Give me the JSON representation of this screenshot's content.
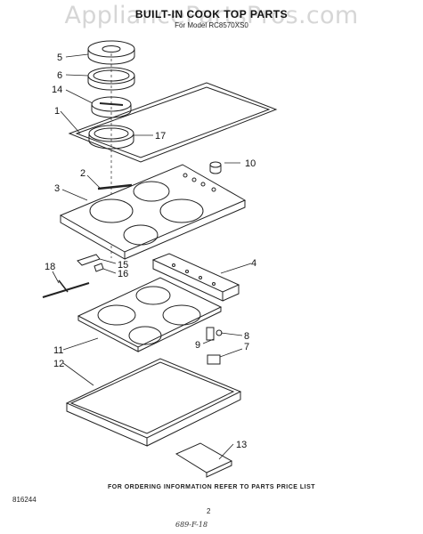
{
  "watermark": "AppliancePartsPros.com",
  "title": "BUILT-IN COOK TOP PARTS",
  "model": "For Model RC8570XS0",
  "footer_note": "FOR ORDERING INFORMATION REFER TO PARTS PRICE LIST",
  "doc_number": "816244",
  "page_number": "2",
  "handwritten_code": "689-F-18",
  "callouts": {
    "c1": "1",
    "c2": "2",
    "c3": "3",
    "c4": "4",
    "c5": "5",
    "c6": "6",
    "c7": "7",
    "c8": "8",
    "c9": "9",
    "c10": "10",
    "c11": "11",
    "c12": "12",
    "c13": "13",
    "c14": "14",
    "c15": "15",
    "c16": "16",
    "c17": "17",
    "c18": "18"
  }
}
